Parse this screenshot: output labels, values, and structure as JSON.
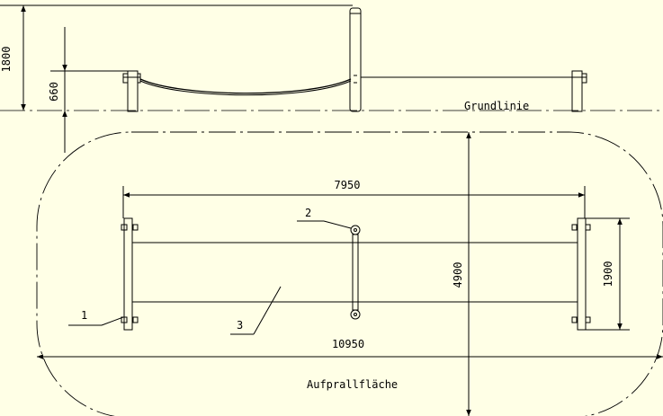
{
  "dimensions": {
    "total_height": "1800",
    "rope_height": "660",
    "length_inner": "7950",
    "length_total": "10950",
    "width_total": "4900",
    "end_frame_width": "1900"
  },
  "labels": {
    "ground_line": "Grundlinie",
    "impact_area": "Aufprallfläche"
  },
  "callouts": [
    "1",
    "2",
    "3"
  ]
}
